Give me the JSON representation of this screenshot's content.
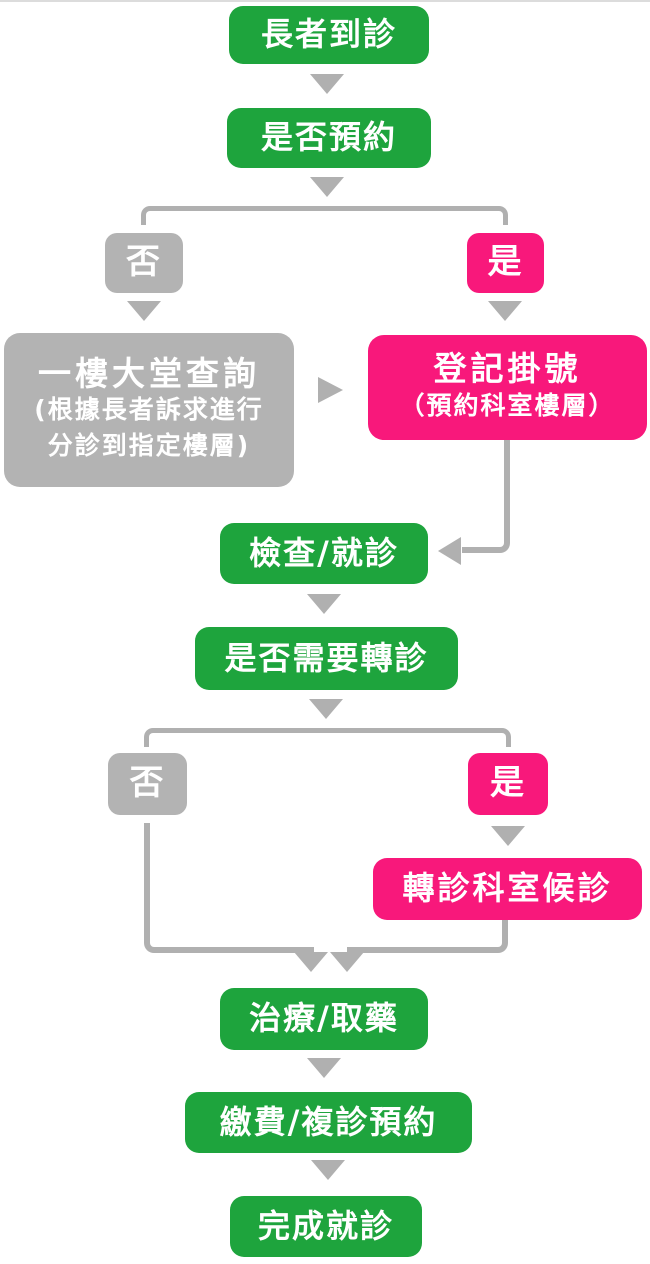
{
  "diagram_title": "elderly-clinic-visit-flowchart",
  "colors": {
    "process_green": "#1ea43d",
    "highlight_pink": "#f8187b",
    "neutral_gray_box": "#b3b3b3",
    "connector_gray": "#b0b0b0",
    "top_divider": "#dcdcdc",
    "text": "#ffffff"
  },
  "icons": {
    "arrow_down": "tri-down",
    "arrow_right": "tri-right",
    "arrow_left": "tri-left"
  },
  "flow": {
    "arrive": "長者到診",
    "booking_q": "是否預約",
    "branch1": {
      "no": "否",
      "yes": "是"
    },
    "lobby": {
      "title": "一樓大堂查詢",
      "sub1": "(根據長者訴求進行",
      "sub2": "分診到指定樓層)"
    },
    "register": {
      "title": "登記掛號",
      "sub": "（預約科室樓層）"
    },
    "exam": "檢查/就診",
    "referral_q": "是否需要轉診",
    "branch2": {
      "no": "否",
      "yes": "是"
    },
    "referral_wait": "轉診科室候診",
    "treatment": "治療/取藥",
    "payment": "繳費/複診預約",
    "done": "完成就診"
  }
}
